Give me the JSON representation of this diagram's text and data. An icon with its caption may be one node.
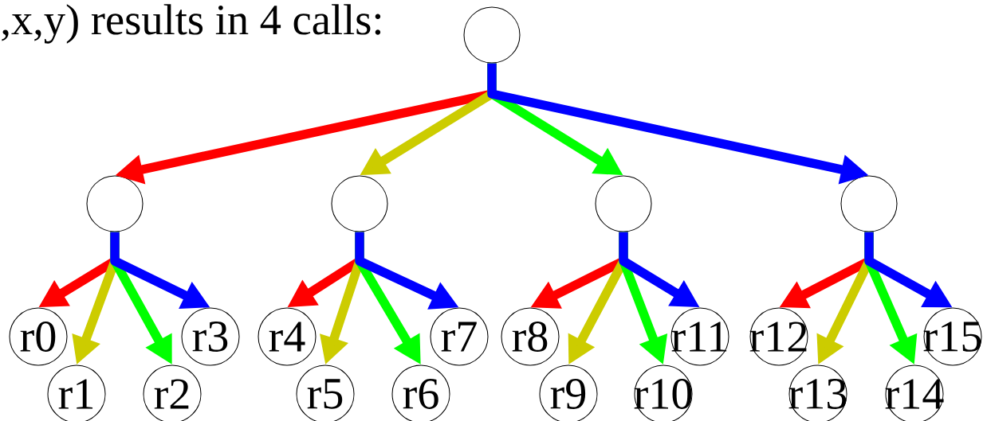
{
  "diagram": {
    "nodes": [
      {
        "text": [],
        "shape": "circle"
      },
      {
        "text": [],
        "shape": "circle"
      },
      {
        "text": [],
        "shape": "circle"
      },
      {
        "text": [],
        "shape": "circle"
      },
      {
        "text": [],
        "shape": "circle"
      },
      {
        "text": [
          "r0"
        ]
      },
      {
        "text": [
          "r1"
        ]
      },
      {
        "text": [
          "r2"
        ]
      },
      {
        "text": [
          "r3"
        ]
      },
      {
        "text": [
          "r4"
        ]
      },
      {
        "text": [
          "r5"
        ]
      },
      {
        "text": [
          "r6"
        ]
      },
      {
        "text": [
          "r7"
        ]
      },
      {
        "text": [
          "r8"
        ]
      },
      {
        "text": [
          "r9"
        ]
      },
      {
        "text": [
          "r10"
        ]
      },
      {
        "text": [
          "r11"
        ]
      },
      {
        "text": [
          "r12"
        ]
      },
      {
        "text": [
          "r13"
        ]
      },
      {
        "text": [
          "r14"
        ]
      },
      {
        "text": [
          "r15"
        ]
      }
    ],
    "edges": [
      {
        "from": 0,
        "to": 1,
        "arrow": "to",
        "color": "#ff0000"
      },
      {
        "from": 0,
        "to": 2,
        "arrow": "to",
        "color": "#cccc00"
      },
      {
        "from": 0,
        "to": 3,
        "arrow": "to",
        "color": "#00ff00"
      },
      {
        "from": 0,
        "to": 4,
        "arrow": "to",
        "color": "#0000ff"
      },
      {
        "from": 1,
        "to": 5,
        "arrow": "to",
        "color": "#ff0000"
      },
      {
        "from": 1,
        "to": 6,
        "arrow": "to",
        "color": "#cccc00"
      },
      {
        "from": 1,
        "to": 7,
        "arrow": "to",
        "color": "#00ff00"
      },
      {
        "from": 1,
        "to": 8,
        "arrow": "to",
        "color": "#0000ff"
      },
      {
        "from": 2,
        "to": 9,
        "arrow": "to",
        "color": "#ff0000"
      },
      {
        "from": 2,
        "to": 10,
        "arrow": "to",
        "color": "#cccc00"
      },
      {
        "from": 2,
        "to": 11,
        "arrow": "to",
        "color": "#00ff00"
      },
      {
        "from": 2,
        "to": 12,
        "arrow": "to",
        "color": "#0000ff"
      },
      {
        "from": 3,
        "to": 13,
        "arrow": "to",
        "color": "#ff0000"
      },
      {
        "from": 3,
        "to": 14,
        "arrow": "to",
        "color": "#cccc00"
      },
      {
        "from": 3,
        "to": 15,
        "arrow": "to",
        "color": "#00ff00"
      },
      {
        "from": 3,
        "to": 16,
        "arrow": "to",
        "color": "#0000ff"
      },
      {
        "from": 4,
        "to": 17,
        "arrow": "to",
        "color": "#ff0000"
      },
      {
        "from": 4,
        "to": 18,
        "arrow": "to",
        "color": "#cccc00"
      },
      {
        "from": 4,
        "to": 19,
        "arrow": "to",
        "color": "#00ff00"
      },
      {
        "from": 4,
        "to": 20,
        "arrow": "to",
        "color": "#0000ff"
      }
    ],
    "labels": [
      ",x,y) results in 4 calls:"
    ]
  }
}
